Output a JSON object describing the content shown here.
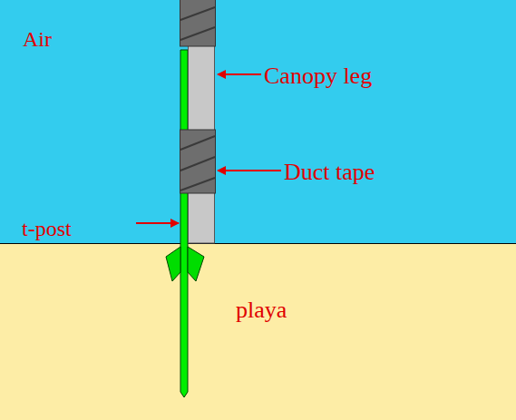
{
  "diagram": {
    "labels": [
      "Air",
      "Canopy leg",
      "Duct tape",
      "t-post",
      "playa"
    ]
  }
}
